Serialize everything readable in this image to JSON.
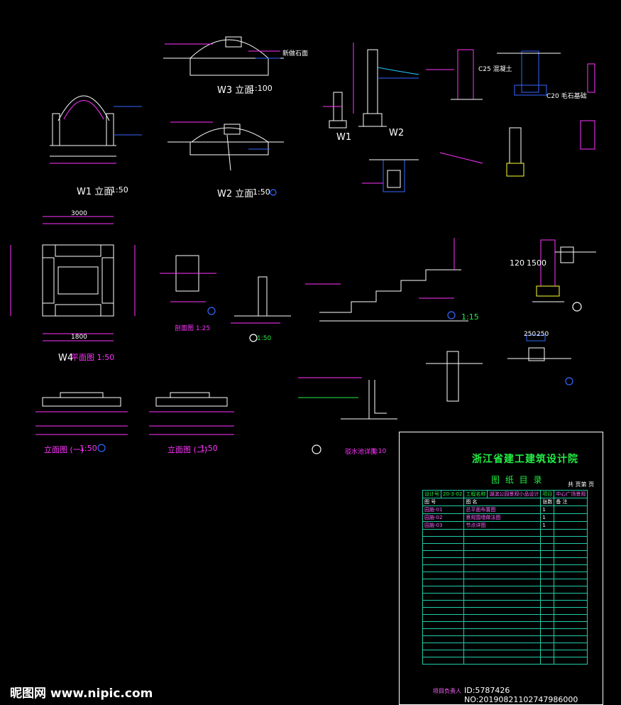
{
  "labels": {
    "w1": "W1 立面",
    "w1_scale": "1:50",
    "w2": "W2 立面",
    "w2_scale": "1:50",
    "w3": "W3 立面",
    "w3_scale": "1:100",
    "w1_section": "W1",
    "w2_section": "W2",
    "w4": "W4",
    "w4_plan": "平面图 1:50",
    "elev1": "立面图 (一)",
    "elev1_scale": "1:50",
    "elev2": "立面图 (二)",
    "elev2_scale": "1:50",
    "stair_scale": "1:15",
    "drain": "驳水池详图",
    "drain_scale": "1:10",
    "dim_3000": "3000",
    "dim_1800": "1800",
    "dim_120": "120",
    "dim_1500": "1500",
    "dim_250a": "250",
    "dim_250b": "250",
    "section_a": "剖面图 1:25",
    "new_stone": "新做石面",
    "wall_note": "C25 混凝土",
    "note_c20": "C20 毛石基础",
    "scale_150": "1:50"
  },
  "title_block": {
    "org": "浙江省建工建筑设计院",
    "subtitle": "图 纸 目 录",
    "page": "共 页第 页",
    "project_no_label": "设计号",
    "project_no": "20-3-02",
    "project_label": "工程名称",
    "project_name": "湖滨公园景观小品设计",
    "item_label": "项目",
    "item_name": "中心广场景观",
    "col_no": "图 号",
    "col_name": "图 名",
    "col_count": "张数",
    "col_note": "备 注",
    "rows": [
      {
        "no": "园施-01",
        "name": "总平面布置图",
        "count": "1"
      },
      {
        "no": "园施-02",
        "name": "景观围墙做法图",
        "count": "1"
      },
      {
        "no": "园施-03",
        "name": "节点详图",
        "count": "1"
      }
    ],
    "footer": "项目负责人"
  },
  "watermark": {
    "left": "昵图网 www.nipic.com",
    "right": "ID:5787426 NO:20190821102747986000"
  }
}
